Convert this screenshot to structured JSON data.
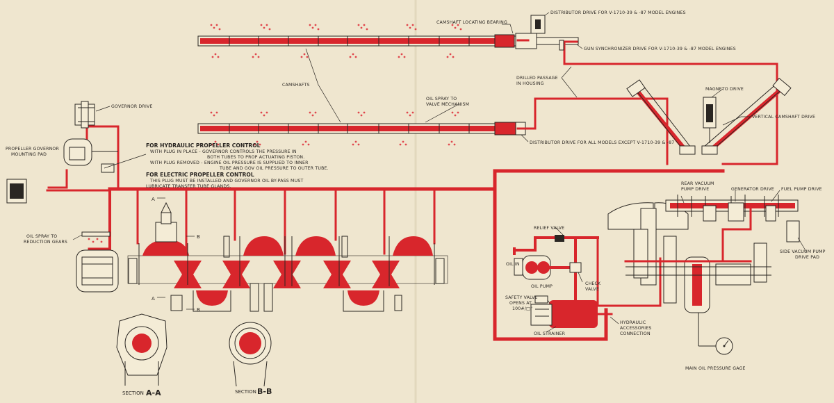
{
  "labels": {
    "camshaft_bearing": "CAMSHAFT LOCATING BEARING",
    "dist_drive_top": "DISTRIBUTOR DRIVE FOR V-1710-39 & -87 MODEL ENGINES",
    "gun_sync": "GUN SYNCHRONIZER DRIVE FOR V-1710-39 & -87 MODEL ENGINES",
    "drilled_1": "DRILLED PASSAGE",
    "drilled_2": "IN HOUSING",
    "camshafts": "CAMSHAFTS",
    "oil_spray_1": "OIL SPRAY TO",
    "oil_spray_2": "VALVE MECHANISM",
    "magneto": "MAGNETO DRIVE",
    "vert_cam": "VERTICAL CAMSHAFT DRIVE",
    "dist_drive_bottom": "DISTRIBUTOR DRIVE FOR ALL MODELS EXCEPT V-1710-39 & -87",
    "governor_drive": "GOVERNOR DRIVE",
    "prop_gov_1": "PROPELLER GOVERNOR",
    "prop_gov_2": "MOUNTING PAD",
    "oil_red_1": "OIL SPRAY TO",
    "oil_red_2": "REDUCTION GEARS",
    "rear_vac_1": "REAR VACUUM",
    "rear_vac_2": "PUMP DRIVE",
    "generator": "GENERATOR DRIVE",
    "fuel_pump": "FUEL PUMP DRIVE",
    "relief_valve": "RELIEF VALVE",
    "oil_pump": "OIL PUMP",
    "oil_in": "OIL IN",
    "check_1": "CHECK",
    "check_2": "VALVE",
    "safety_1": "SAFETY VALVE",
    "safety_2": "OPENS AT",
    "safety_3": "100#/□\"",
    "oil_strainer": "OIL STRAINER",
    "hydraulic_1": "HYDRAULIC",
    "hydraulic_2": "ACCESSORIES",
    "hydraulic_3": "CONNECTION",
    "side_vac_1": "SIDE VACUUM PUMP",
    "side_vac_2": "DRIVE PAD",
    "main_gage": "MAIN OIL PRESSURE GAGE",
    "section_aa_word": "SECTION",
    "section_aa_letters": "A-A",
    "section_bb_word": "SECTION",
    "section_bb_letters": "B-B",
    "mark_a": "A",
    "mark_b": "B"
  },
  "notes": {
    "hyd_title": "FOR HYDRAULIC PROPELLER CONTROL",
    "hyd_line1": "WITH PLUG IN PLACE - GOVERNOR CONTROLS THE PRESSURE IN",
    "hyd_line2": "BOTH TUBES TO PROP ACTUATING PISTON.",
    "hyd_line3": "WITH PLUG REMOVED - ENGINE OIL PRESSURE IS SUPPLIED TO INNER",
    "hyd_line4": "TUBE AND GOV OIL PRESSURE TO OUTER TUBE.",
    "elec_title": "FOR ELECTRIC PROPELLER CONTROL",
    "elec_line1": "THIS PLUG MUST BE INSTALLED AND GOVERNOR OIL BY-PASS MUST",
    "elec_line2": "LUBRICATE TRANSFER TUBE GLANDS."
  },
  "colors": {
    "paper": "#efe6cf",
    "oil": "#d8262c",
    "ink": "#2a2622"
  }
}
